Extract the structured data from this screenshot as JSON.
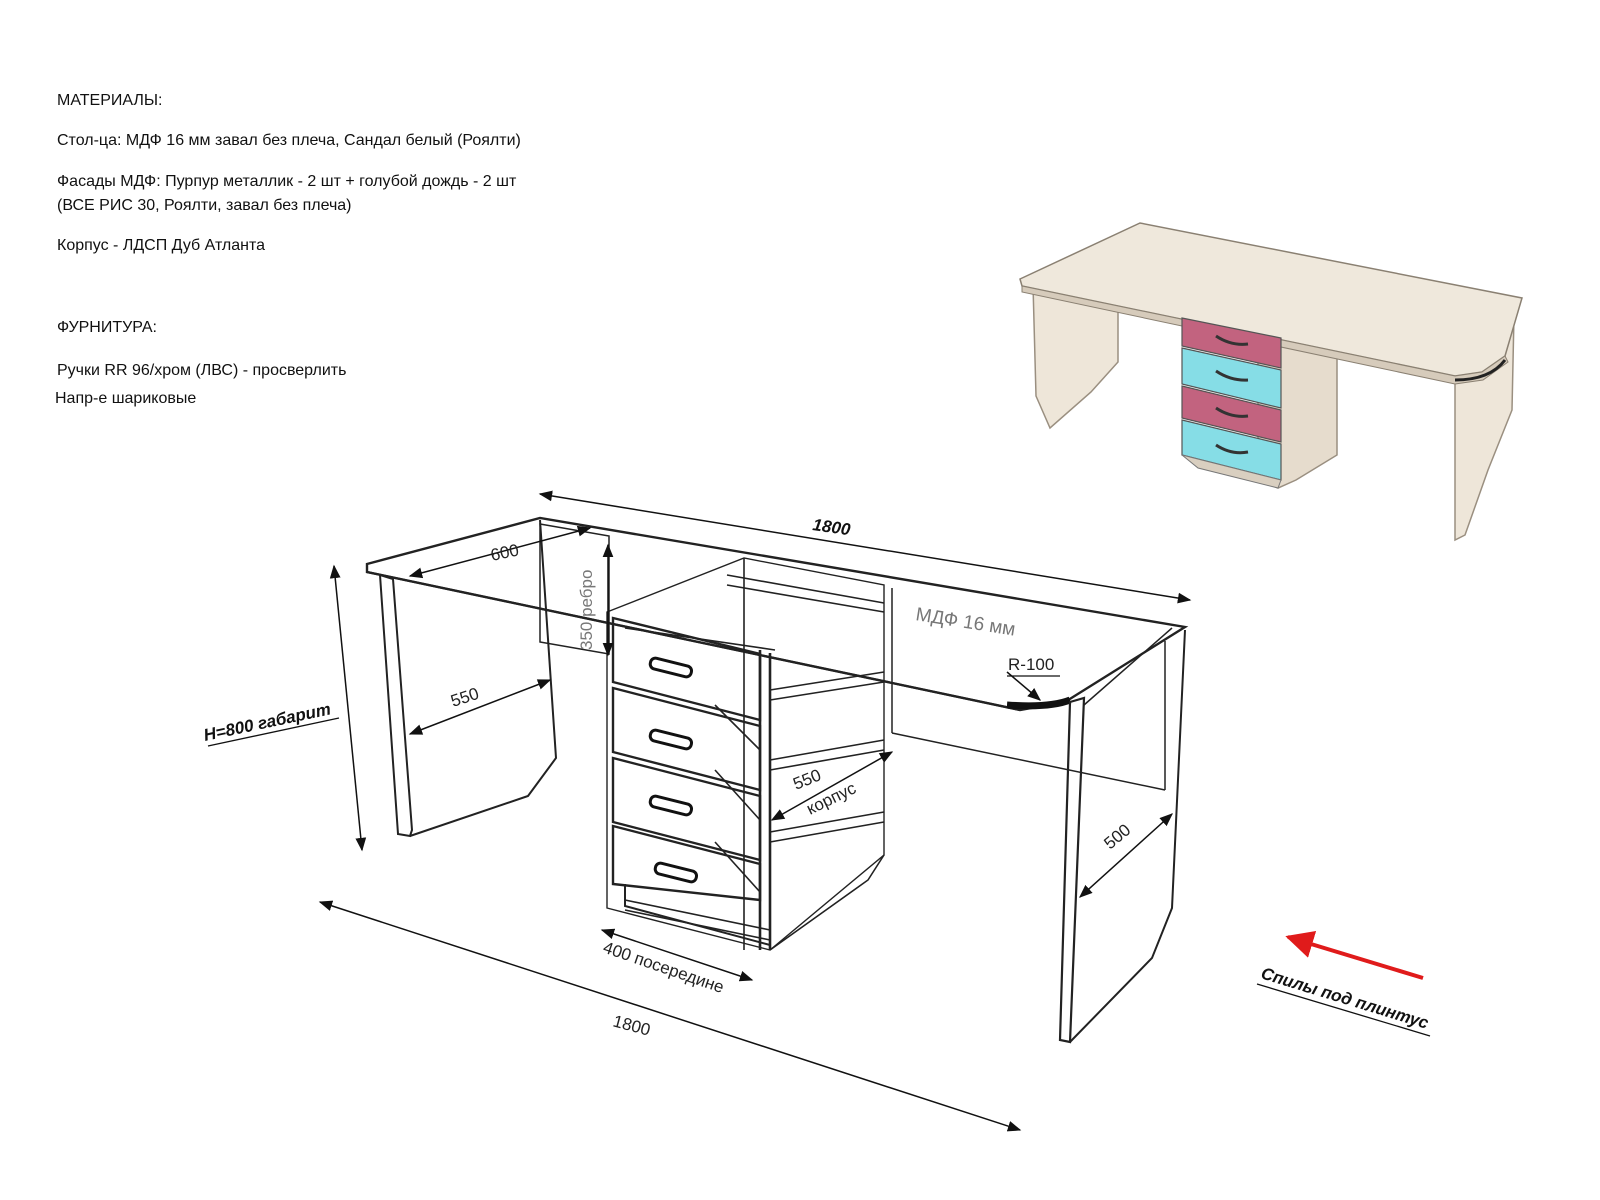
{
  "materials": {
    "heading": "МАТЕРИАЛЫ:",
    "tabletop": "Стол-ца: МДФ 16 мм завал без плеча, Сандал белый (Роялти)",
    "facades_line1": "Фасады МДФ: Пурпур металлик - 2 шт + голубой дождь - 2 шт",
    "facades_line2": "(ВСЕ РИС 30, Роялти, завал без плеча)",
    "body": "Корпус - ЛДСП Дуб Атланта"
  },
  "hardware": {
    "heading": "ФУРНИТУРА:",
    "handles": "Ручки RR 96/хром (ЛВС) - просверлить",
    "slides": "Напр-е шариковые"
  },
  "dimensions": {
    "top_length": "1800",
    "depth": "600",
    "rib": "350 ребро",
    "mdf": "МДФ 16 мм",
    "radius": "R-100",
    "leg_width": "550",
    "height": "H=800 габарит",
    "cabinet_depth": "550",
    "cabinet_label": "корпус",
    "right_leg": "500",
    "cabinet_width": "400 посередине",
    "bottom_length": "1800",
    "skirting": "Спилы под плинтус"
  },
  "colors": {
    "purple": "#c2637f",
    "blue": "#86dde6",
    "wood": "#eee6d9",
    "arrow": "#e01b1b"
  }
}
